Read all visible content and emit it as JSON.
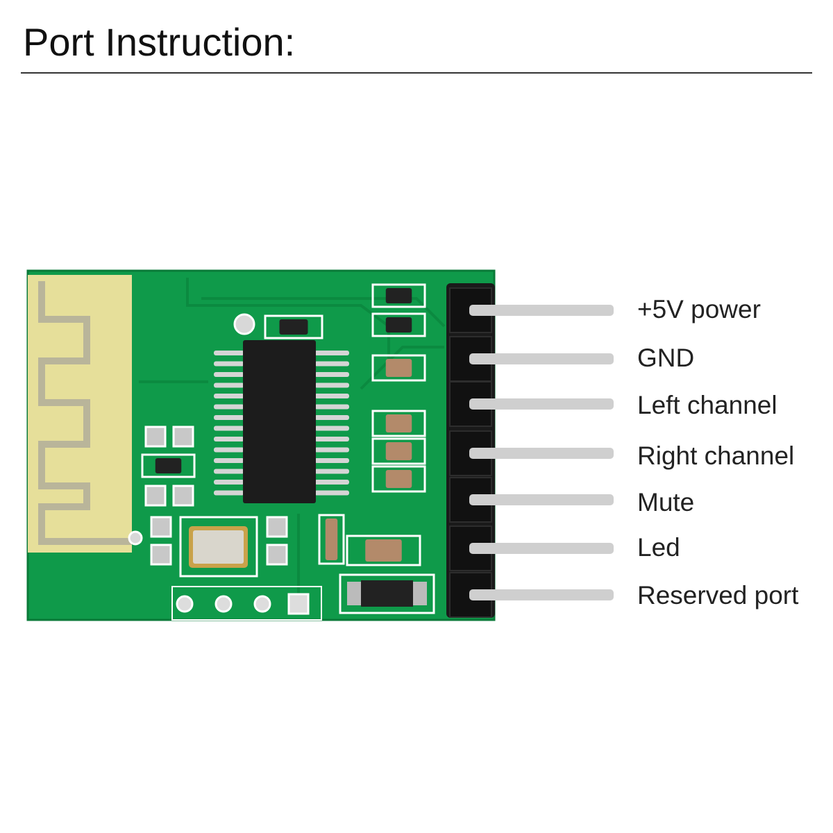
{
  "title": "Port Instruction:",
  "pins": [
    {
      "label": "+5V power"
    },
    {
      "label": "GND"
    },
    {
      "label": "Left channel"
    },
    {
      "label": "Right channel"
    },
    {
      "label": "Mute"
    },
    {
      "label": "Led"
    },
    {
      "label": "Reserved port"
    }
  ],
  "colors": {
    "pcb": "#0f9a4a",
    "antenna": "#e6df9a",
    "header": "#1a1a1a",
    "pin": "#cfcfcf"
  }
}
